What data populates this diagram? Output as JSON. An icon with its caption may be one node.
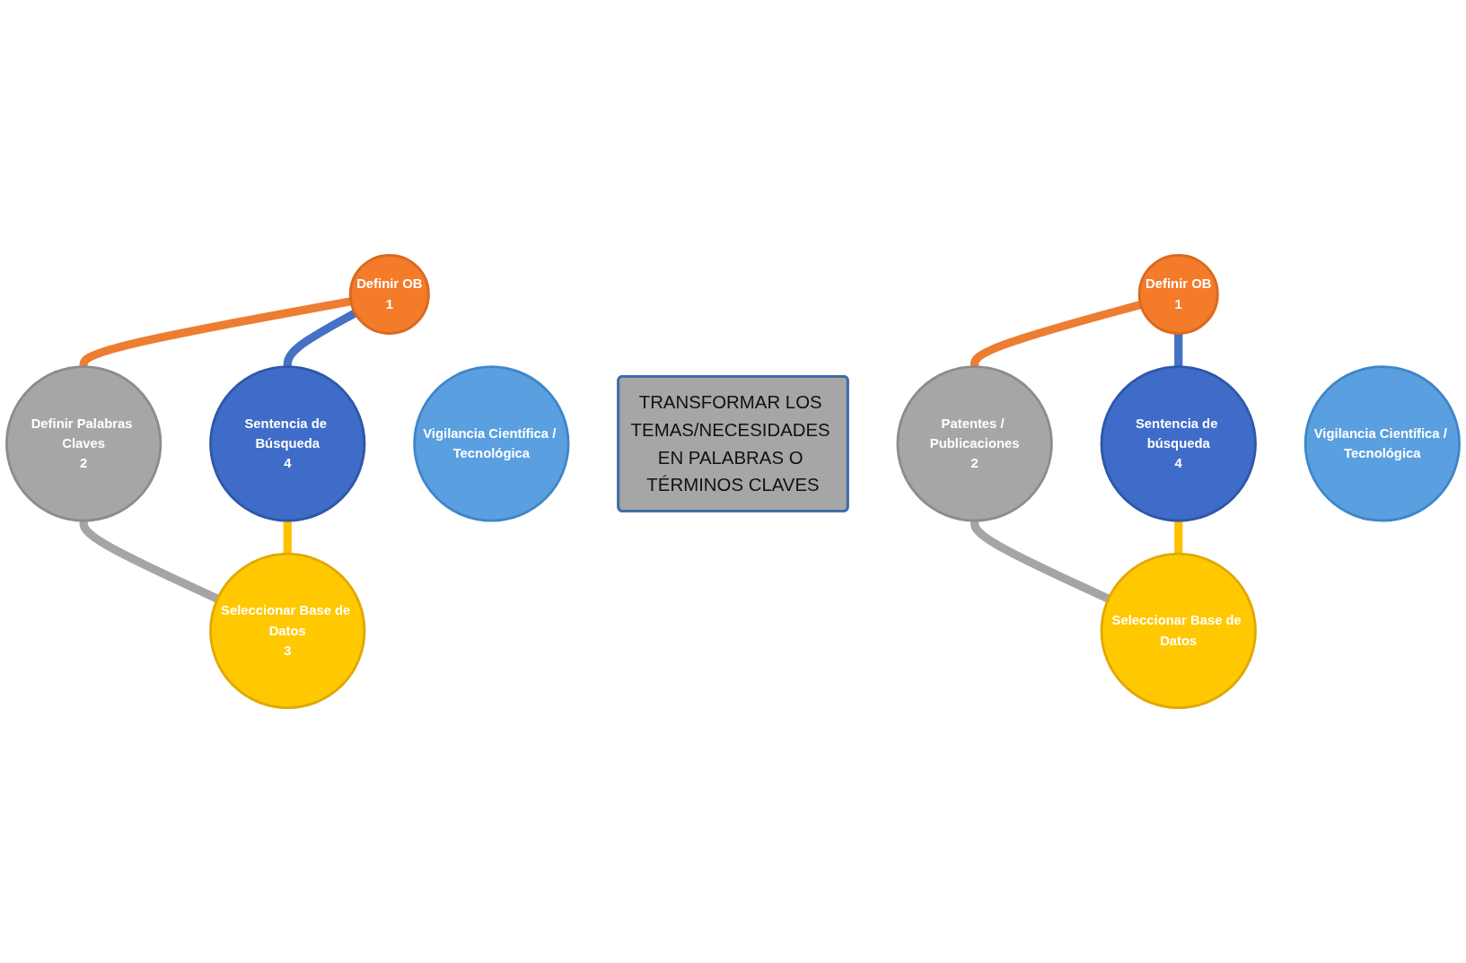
{
  "diagram": {
    "nodes": [
      {
        "text": [
          "Definir OB",
          "1"
        ]
      },
      {
        "text": [
          "Sentencia de Búsqueda",
          "4"
        ]
      },
      {
        "text": [
          "Vigilancia Científica / Tecnológica"
        ]
      },
      {
        "text": [
          "Definir Palabras Claves",
          "2"
        ]
      },
      {
        "text": [
          "TRANSFORMAR LOS TEMAS/NECESIDADES EN PALABRAS O TÉRMINOS CLAVES"
        ]
      },
      {
        "text": [
          "Seleccionar Base de Datos",
          "3"
        ]
      },
      {
        "text": [
          "Definir OB",
          "1"
        ]
      },
      {
        "text": [
          "Sentencia de búsqueda",
          "4"
        ]
      },
      {
        "text": [
          "Vigilancia Científica / Tecnológica"
        ]
      },
      {
        "text": [
          "Patentes / Publicaciones",
          "2"
        ]
      },
      {
        "text": [
          "Seleccionar Base de Datos"
        ]
      }
    ],
    "edges": [
      {
        "from": 0,
        "to": 3,
        "arrow": "none",
        "color": "#ed7d31"
      },
      {
        "from": 3,
        "to": 5,
        "arrow": "none",
        "color": "#a5a5a5"
      },
      {
        "from": 5,
        "to": 1,
        "arrow": "none",
        "color": "#ffc000"
      },
      {
        "from": 1,
        "to": 0,
        "arrow": "none",
        "color": "#4472c4"
      },
      {
        "from": 6,
        "to": 9,
        "arrow": "none",
        "color": "#ed7d31"
      },
      {
        "from": 9,
        "to": 10,
        "arrow": "none",
        "color": "#a5a5a5"
      },
      {
        "from": 10,
        "to": 7,
        "arrow": "none",
        "color": "#ffc000"
      },
      {
        "from": 7,
        "to": 6,
        "arrow": "none",
        "color": "#4472c4"
      }
    ]
  }
}
